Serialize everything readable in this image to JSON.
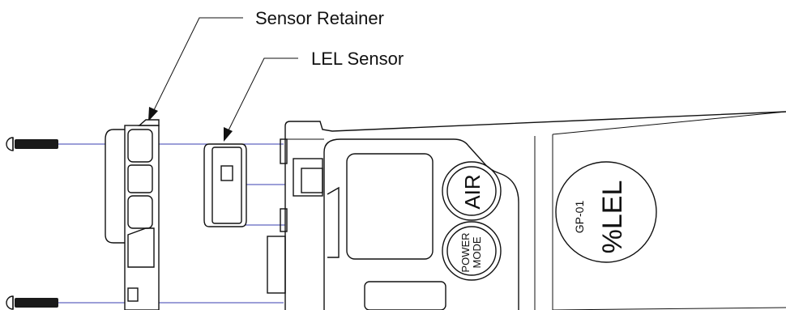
{
  "callouts": {
    "sensor_retainer": "Sensor Retainer",
    "lel_sensor": "LEL Sensor"
  },
  "buttons": {
    "air": "AIR",
    "power_line1": "POWER",
    "power_line2": "MODE"
  },
  "label": {
    "model": "GP-01",
    "gas": "%LEL"
  },
  "colors": {
    "line": "#111111",
    "guide": "#3a3fb0",
    "screw": "#1a1a1a"
  }
}
